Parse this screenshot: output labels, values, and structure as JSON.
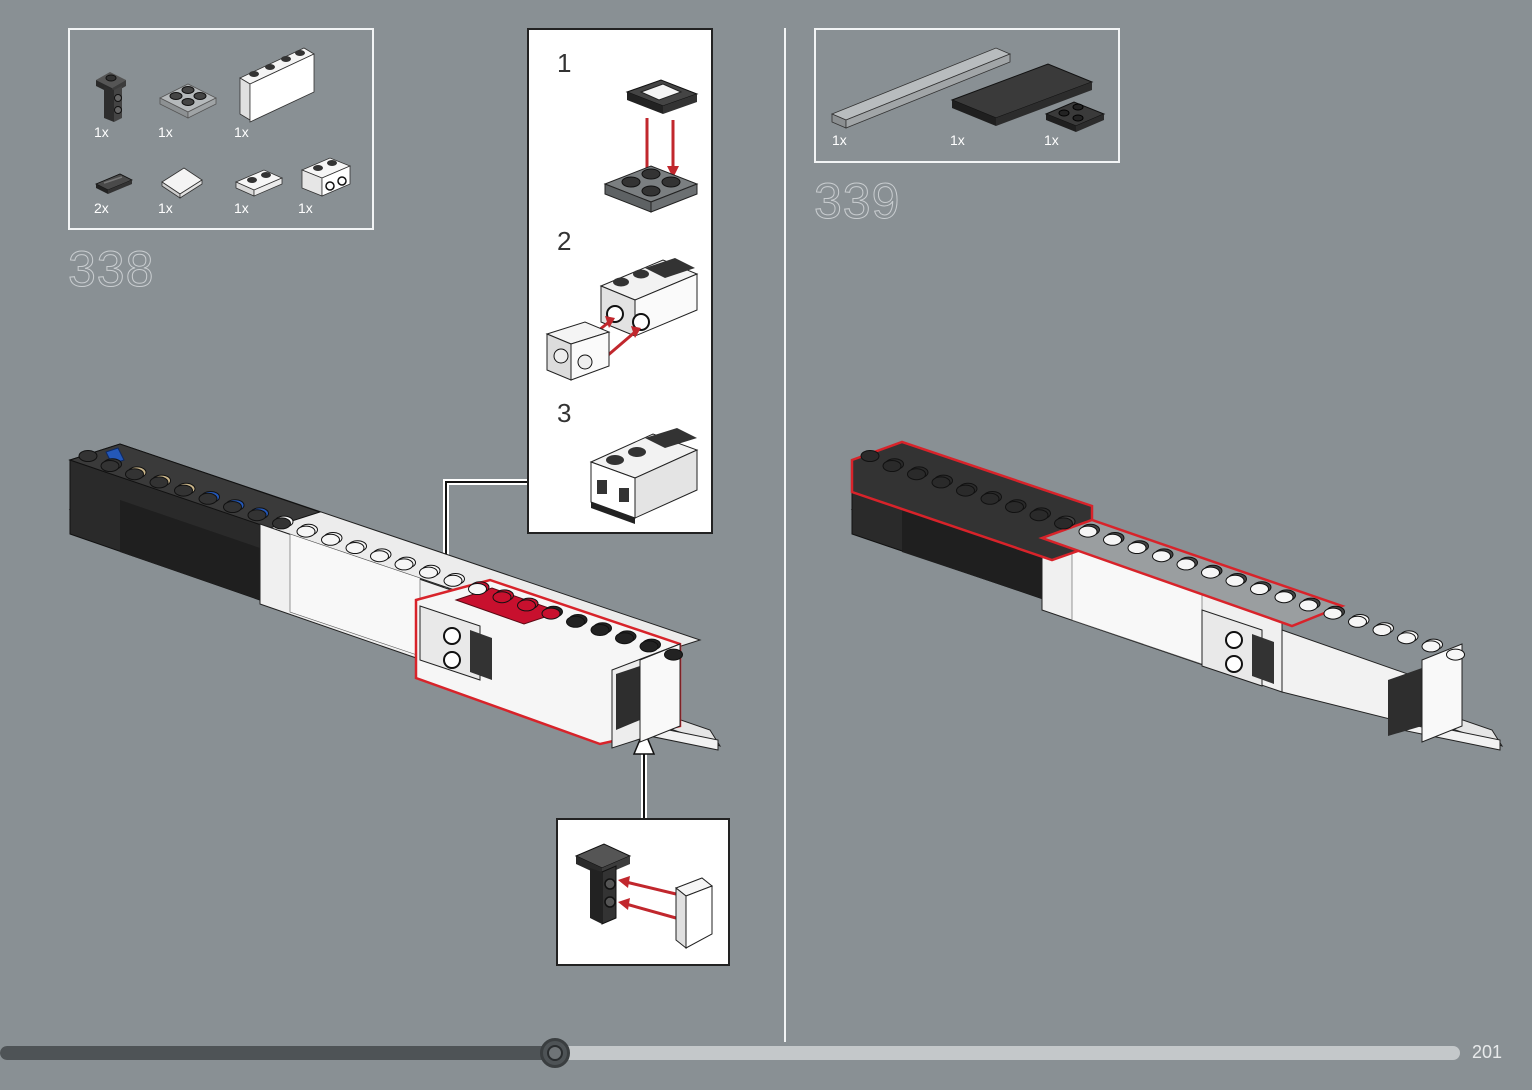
{
  "page": {
    "number": "201",
    "progress": 0.38
  },
  "step_338": {
    "number": "338",
    "parts": [
      {
        "qty": "1x",
        "icon": "dark-bracket-brick-icon"
      },
      {
        "qty": "1x",
        "icon": "gray-plate-2x2-icon"
      },
      {
        "qty": "1x",
        "icon": "white-panel-1x4-icon"
      },
      {
        "qty": "2x",
        "icon": "dark-tile-1x2-grille-icon"
      },
      {
        "qty": "1x",
        "icon": "white-slope-icon"
      },
      {
        "qty": "1x",
        "icon": "white-plate-1x2-icon"
      },
      {
        "qty": "1x",
        "icon": "white-brick-studs-side-icon"
      }
    ],
    "subassembly_steps": [
      "1",
      "2",
      "3"
    ]
  },
  "step_339": {
    "number": "339",
    "parts": [
      {
        "qty": "1x",
        "icon": "gray-plate-1x10-icon"
      },
      {
        "qty": "1x",
        "icon": "dark-plate-2x8-icon"
      },
      {
        "qty": "1x",
        "icon": "dark-corner-plate-icon"
      }
    ]
  },
  "colors": {
    "background": "#899094",
    "highlight": "#d8232a",
    "white_border": "#f2f4f5"
  }
}
